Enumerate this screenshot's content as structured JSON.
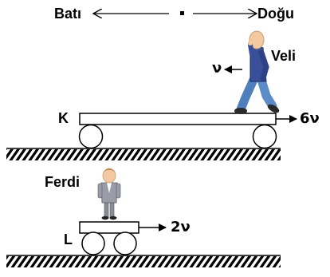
{
  "compass": {
    "west": "Batı",
    "east": "Doğu"
  },
  "cart_k": {
    "label": "K",
    "velocity": "6ν"
  },
  "cart_l": {
    "label": "L",
    "velocity": "2ν"
  },
  "person_veli": {
    "name": "Veli",
    "velocity": "ν"
  },
  "person_ferdi": {
    "name": "Ferdi"
  },
  "colors": {
    "line": "#000000",
    "veli_shirt": "#3a4f9a",
    "veli_pants": "#5b8cc8",
    "skin": "#f2c9a0",
    "ferdi_suit": "#9a9ca8"
  }
}
